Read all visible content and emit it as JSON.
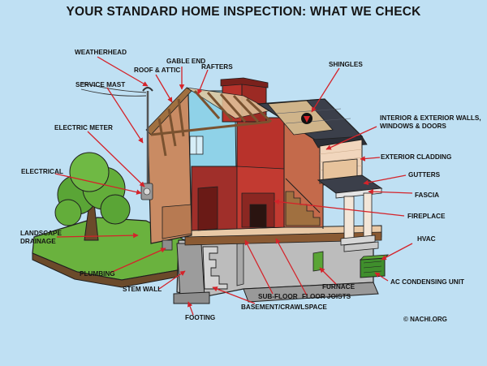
{
  "title": "YOUR STANDARD HOME INSPECTION: WHAT WE CHECK",
  "copyright": "© NACHI.ORG",
  "labels": {
    "weatherhead": "WEATHERHEAD",
    "gable_end": "GABLE END",
    "roof_attic": "ROOF & ATTIC",
    "rafters": "RAFTERS",
    "shingles": "SHINGLES",
    "service_mast": "SERVICE MAST",
    "interior_exterior_walls_1": "INTERIOR & EXTERIOR WALLS,",
    "interior_exterior_walls_2": "WINDOWS & DOORS",
    "electric_meter": "ELECTRIC METER",
    "exterior_cladding": "EXTERIOR CLADDING",
    "electrical": "ELECTRICAL",
    "gutters": "GUTTERS",
    "fascia": "FASCIA",
    "fireplace": "FIREPLACE",
    "landscape_drainage_1": "LANDSCAPE",
    "landscape_drainage_2": "DRAINAGE",
    "hvac": "HVAC",
    "plumbing": "PLUMBING",
    "ac_condensing_unit": "AC CONDENSING UNIT",
    "stem_wall": "STEM WALL",
    "furnace": "FURNACE",
    "sub_floor": "SUB-FLOOR",
    "floor_joists": "FLOOR JOISTS",
    "footing": "FOOTING",
    "basement_crawlspace": "BASEMENT/CRAWLSPACE"
  },
  "colors": {
    "sky": "#bfe0f3",
    "arrow": "#d4232a",
    "brick": "#b8322b",
    "wall_tan": "#c98b63",
    "siding": "#f1d6bd",
    "roof": "#3b3f4a",
    "grass": "#6ab23e",
    "concrete": "#bfbfbf",
    "wood": "#a07040"
  }
}
